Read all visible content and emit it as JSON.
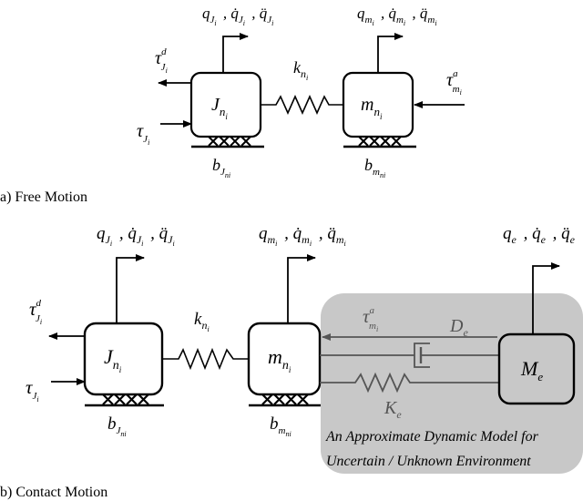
{
  "free_motion": {
    "caption": "a) Free Motion",
    "joint_block": {
      "symbol": "J",
      "subscript": "n",
      "subsub": "i"
    },
    "motor_block": {
      "symbol": "m",
      "subscript": "n",
      "subsub": "i"
    },
    "spring_label": {
      "symbol": "k",
      "subscript": "n",
      "subsub": "i"
    },
    "joint_output_label": "q_Ji , q̇_Ji , q̈_Ji",
    "motor_output_label": "q_mi , q̇_mi , q̈_mi",
    "tau_disturbance": {
      "symbol": "τ",
      "sup": "d",
      "sub": "J",
      "subsub": "i"
    },
    "tau_joint": {
      "symbol": "τ",
      "sub": "J",
      "subsub": "i"
    },
    "tau_motor": {
      "symbol": "τ",
      "sup": "a",
      "sub": "m",
      "subsub": "i"
    },
    "joint_damping": {
      "symbol": "b",
      "sub": "J",
      "subsub": "ni"
    },
    "motor_damping": {
      "symbol": "b",
      "sub": "m",
      "subsub": "ni"
    }
  },
  "contact_motion": {
    "caption": "b) Contact Motion",
    "joint_block": {
      "symbol": "J",
      "subscript": "n",
      "subsub": "i"
    },
    "motor_block": {
      "symbol": "m",
      "subscript": "n",
      "subsub": "i"
    },
    "spring_label": {
      "symbol": "k",
      "subscript": "n",
      "subsub": "i"
    },
    "env_block": {
      "symbol": "M",
      "subscript": "e"
    },
    "env_damper": {
      "symbol": "D",
      "subscript": "e"
    },
    "env_spring": {
      "symbol": "K",
      "subscript": "e"
    },
    "env_output": {
      "q": "q",
      "sub": "e"
    },
    "env_note_line1": "An Approximate Dynamic Model for",
    "env_note_line2": "Uncertain / Unknown Environment",
    "env_fill": "#c8c8c8",
    "env_stroke": "#555555"
  }
}
